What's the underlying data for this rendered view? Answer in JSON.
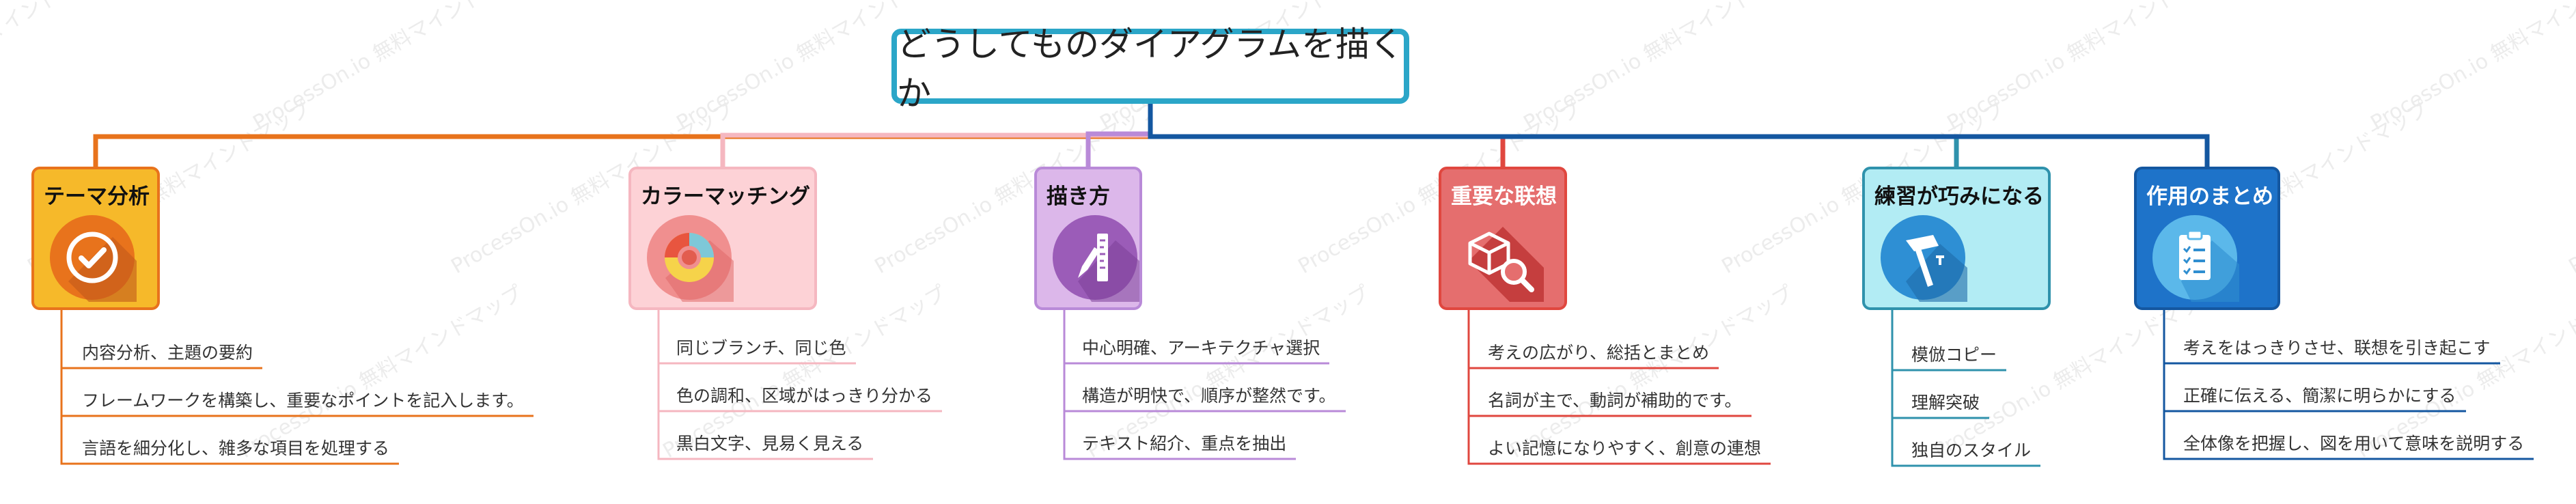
{
  "root": {
    "title": "どうしてものダイアグラムを描くか"
  },
  "watermark": "ProcessOn.io 無料マインドマップ",
  "branches": [
    {
      "title": "テーマ分析",
      "color": "#e8731c",
      "bg": "#f6b92a",
      "text": "#111111",
      "icon": "check-icon",
      "items": [
        "内容分析、主題の要約",
        "フレームワークを構築し、重要なポイントを記入します。",
        "言語を細分化し、雑多な項目を処理する"
      ]
    },
    {
      "title": "カラーマッチング",
      "color": "#f5b7c0",
      "bg": "#fdd2d6",
      "text": "#111111",
      "icon": "color-wheel-icon",
      "items": [
        "同じブランチ、同じ色",
        "色の調和、区域がはっきり分かる",
        "黒白文字、見易く見える"
      ]
    },
    {
      "title": "描き方",
      "color": "#b98ad8",
      "bg": "#dcb7ea",
      "text": "#111111",
      "icon": "pencil-ruler-icon",
      "items": [
        "中心明確、アーキテクチャ選択",
        "構造が明快で、順序が整然です。",
        "テキスト紹介、重点を抽出"
      ]
    },
    {
      "title": "重要な联想",
      "color": "#e0473f",
      "bg": "#e56e6e",
      "text": "#ffffff",
      "icon": "cube-search-icon",
      "items": [
        "考えの広がり、総括とまとめ",
        "名詞が主で、動詞が補助的です。",
        "よい記憶になりやすく、創意の連想"
      ]
    },
    {
      "title": "練習が巧みになる",
      "color": "#2f92ac",
      "bg": "#b2ecf4",
      "text": "#111111",
      "icon": "hammer-icon",
      "items": [
        "模倣コピー",
        "理解突破",
        "独自のスタイル"
      ]
    },
    {
      "title": "作用のまとめ",
      "color": "#1457a0",
      "bg": "#1e73c9",
      "text": "#ffffff",
      "icon": "clipboard-icon",
      "items": [
        "考えをはっきりさせ、联想を引き起こす",
        "正確に伝える、簡潔に明らかにする",
        "全体像を把握し、図を用いて意味を説明する"
      ]
    }
  ]
}
